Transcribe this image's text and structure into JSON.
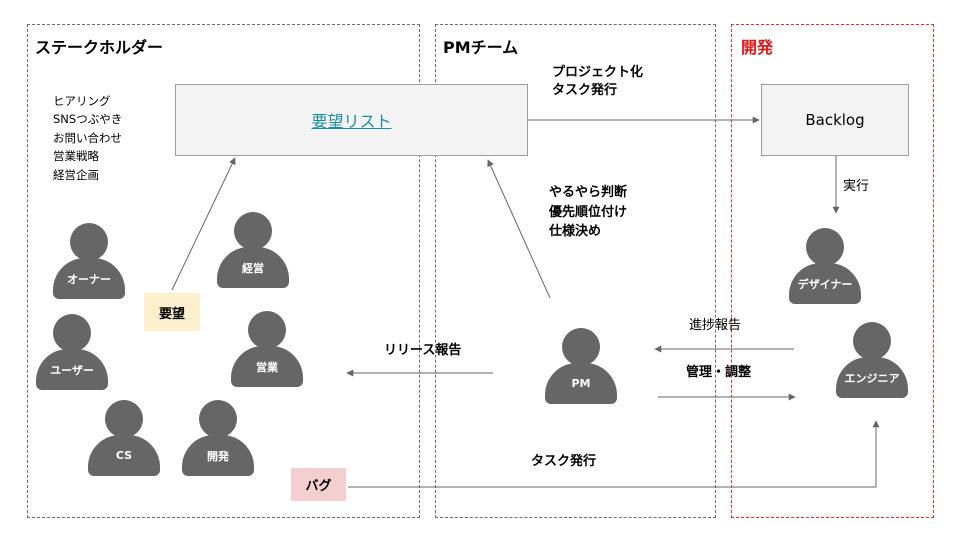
{
  "lanes": {
    "stakeholder": "ステークホルダー",
    "pm": "PMチーム",
    "dev": "開発"
  },
  "boxes": {
    "requirements_list": "要望リスト",
    "backlog": "Backlog"
  },
  "sources": [
    "ヒアリング",
    "SNSつぶやき",
    "お問い合わせ",
    "営業戦略",
    "経営企画"
  ],
  "people": {
    "owner": "オーナー",
    "management": "経営",
    "user": "ユーザー",
    "sales": "営業",
    "cs": "CS",
    "development": "開発",
    "pm": "PM",
    "designer": "デザイナー",
    "engineer": "エンジニア"
  },
  "tags": {
    "request": "要望",
    "bug": "バグ"
  },
  "labels": {
    "projectize": [
      "プロジェクト化",
      "タスク発行"
    ],
    "judge": [
      "やるやら判断",
      "優先順位付け",
      "仕様決め"
    ],
    "release_report": "リリース報告",
    "execute": "実行",
    "progress_report": "進捗報告",
    "manage": "管理・調整",
    "task_issue": "タスク発行"
  }
}
